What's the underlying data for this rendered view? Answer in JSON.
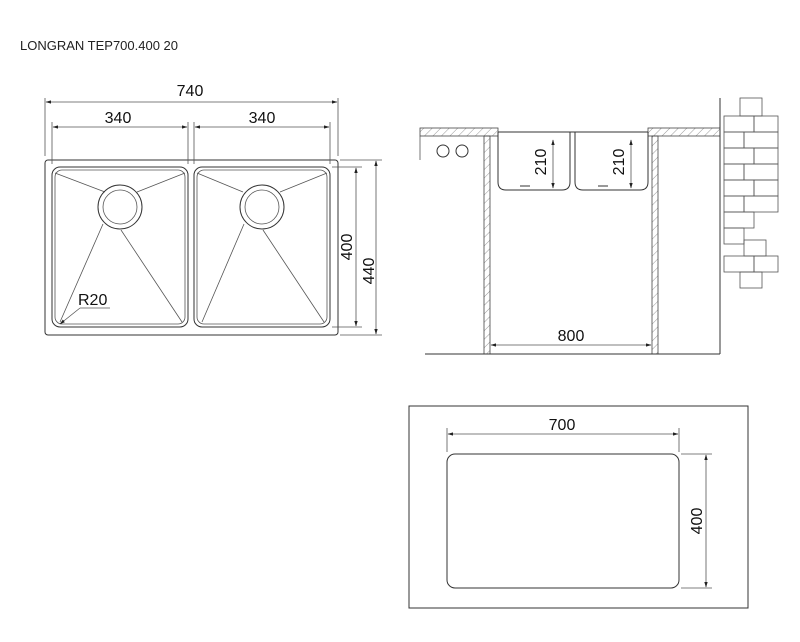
{
  "title": "LONGRAN TEP700.400 20",
  "top_view": {
    "overall_width": "740",
    "left_bowl_width": "340",
    "right_bowl_width": "340",
    "bowl_depth": "400",
    "overall_depth": "440",
    "corner_radius": "R20"
  },
  "side_view": {
    "left_bowl_depth": "210",
    "right_bowl_depth": "210",
    "cabinet_width": "800"
  },
  "cutout_view": {
    "width": "700",
    "depth": "400"
  }
}
